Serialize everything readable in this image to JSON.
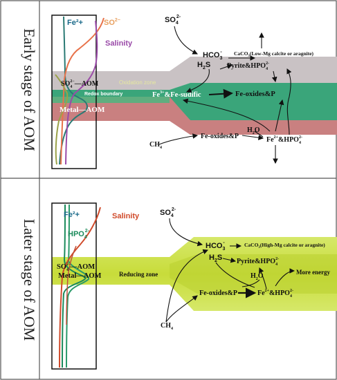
{
  "panels": {
    "early": {
      "title": "Early stage of AOM",
      "profile": {
        "fe2": "Fe²+",
        "so4": "SO",
        "so4_sub": "4",
        "so4_sup": "2−",
        "salinity": "Salinity"
      },
      "zones": {
        "oxidation": "Oxidation zone",
        "so4_aom": "SO",
        "so4_aom_sub": "4",
        "so4_aom_sup": "2−",
        "so4_aom_suffix": "—AOM",
        "redox": "Redox boundary",
        "metal_aom": "Metal—AOM"
      },
      "species": {
        "so4": "SO",
        "so4_sub": "4",
        "so4_sup": "2-",
        "hco3": "HCO",
        "hco3_sub": "3",
        "hco3_sup": "-",
        "h2s": "H",
        "h2s_sub": "2",
        "h2s_suffix": "S",
        "caco3": "CaCO",
        "caco3_sub": "3",
        "caco3_suffix": "(Low-Mg calcite or aragnite)",
        "pyrite": "Pyrite&HPO",
        "pyrite_sub": "4",
        "pyrite_sup": "2-",
        "fe3": "Fe",
        "fe3_sup": "3+",
        "fe3_suffix": "&Fe-sudific",
        "fe_oxides_p": "Fe-oxides&P",
        "h2o": "H",
        "h2o_sub": "2",
        "h2o_suffix": "O",
        "fe_oxides_p2": "Fe-oxides&P",
        "fe2_hpo4": "Fe",
        "fe2_hpo4_sup": "2+",
        "fe2_hpo4_mid": "&HPO",
        "fe2_hpo4_sub": "4",
        "fe2_hpo4_sup2": "2-",
        "ch4": "CH",
        "ch4_sub": "4"
      }
    },
    "later": {
      "title": "Later stage of AOM",
      "profile": {
        "fe2": "Fe²+",
        "salinity": "Salinity",
        "hpo4": "HPO",
        "hpo4_sub": "4",
        "hpo4_sup": "2-"
      },
      "zones": {
        "so4_aom": "SO",
        "so4_aom_sub": "4",
        "so4_aom_sup": "2-",
        "so4_aom_suffix": "—AOM",
        "metal_aom": "Metal—AOM",
        "reducing": "Reducing zone"
      },
      "species": {
        "so4": "SO",
        "so4_sub": "4",
        "so4_sup": "2-",
        "hco3": "HCO",
        "hco3_sub": "3",
        "hco3_sup": "-",
        "caco3": "CaCO",
        "caco3_sub": "3",
        "caco3_suffix": "(High-Mg calcite or aragnite)",
        "h2s": "H",
        "h2s_sub": "2",
        "h2s_suffix": "S",
        "pyrite": "Pyrite&HPO",
        "pyrite_sub": "4",
        "pyrite_sup": "2-",
        "h2o": "H",
        "h2o_sub": "2",
        "h2o_suffix": "O",
        "more_energy": "More energy",
        "fe_oxides_p": "Fe-oxides&P",
        "fe2_hpo4": "Fe",
        "fe2_hpo4_sup": "2+",
        "fe2_hpo4_mid": "&HPO",
        "fe2_hpo4_sub": "4",
        "fe2_hpo4_sup2": "2-",
        "ch4": "CH",
        "ch4_sub": "4"
      }
    }
  },
  "colors": {
    "oxidation_zone": "#c9c2c4",
    "green_zone": "#3aa57a",
    "red_zone": "#c98080",
    "reducing_zone": "#cfe04a",
    "fe_curve": "#2a7a74",
    "so4_curve": "#e8724a",
    "salinity_curve": "#9a4aa8",
    "hpo4_curve": "#1a8a5a",
    "later_salinity_curve": "#d04a2a"
  }
}
